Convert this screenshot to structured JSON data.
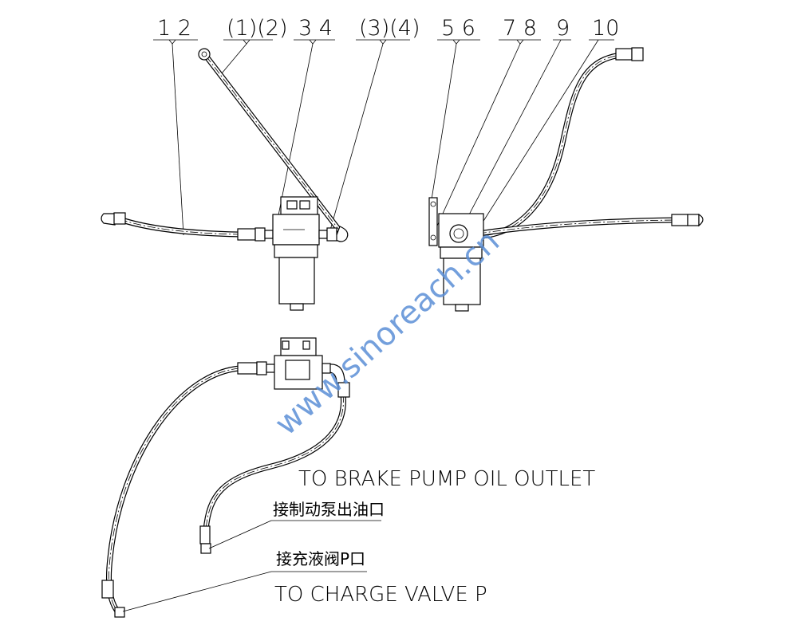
{
  "callouts": [
    "1 2",
    "(1)(2)",
    "3 4",
    "(3)(4)",
    "5 6",
    "7 8",
    "9",
    "10"
  ],
  "labels": {
    "brake_en": "TO BRAKE PUMP OIL OUTLET",
    "brake_cn": "接制动泵出油口",
    "charge_cn": "接充液阀P口",
    "charge_en": "TO CHARGE VALVE P"
  },
  "watermark": "www.sinoreach.cn"
}
